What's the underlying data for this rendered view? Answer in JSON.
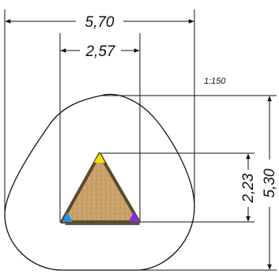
{
  "drawing": {
    "dimensions": {
      "overall_width": "5,70",
      "inner_width": "2,57",
      "inner_height": "2,23",
      "overall_height": "5,30"
    },
    "scale": "1:150",
    "colors": {
      "line": "#111111",
      "board": "#c9a36a",
      "board_edge": "#5b4a2c",
      "corner_top": "#f2e200",
      "corner_left": "#2f8fe8",
      "corner_right": "#8a2be2"
    }
  }
}
